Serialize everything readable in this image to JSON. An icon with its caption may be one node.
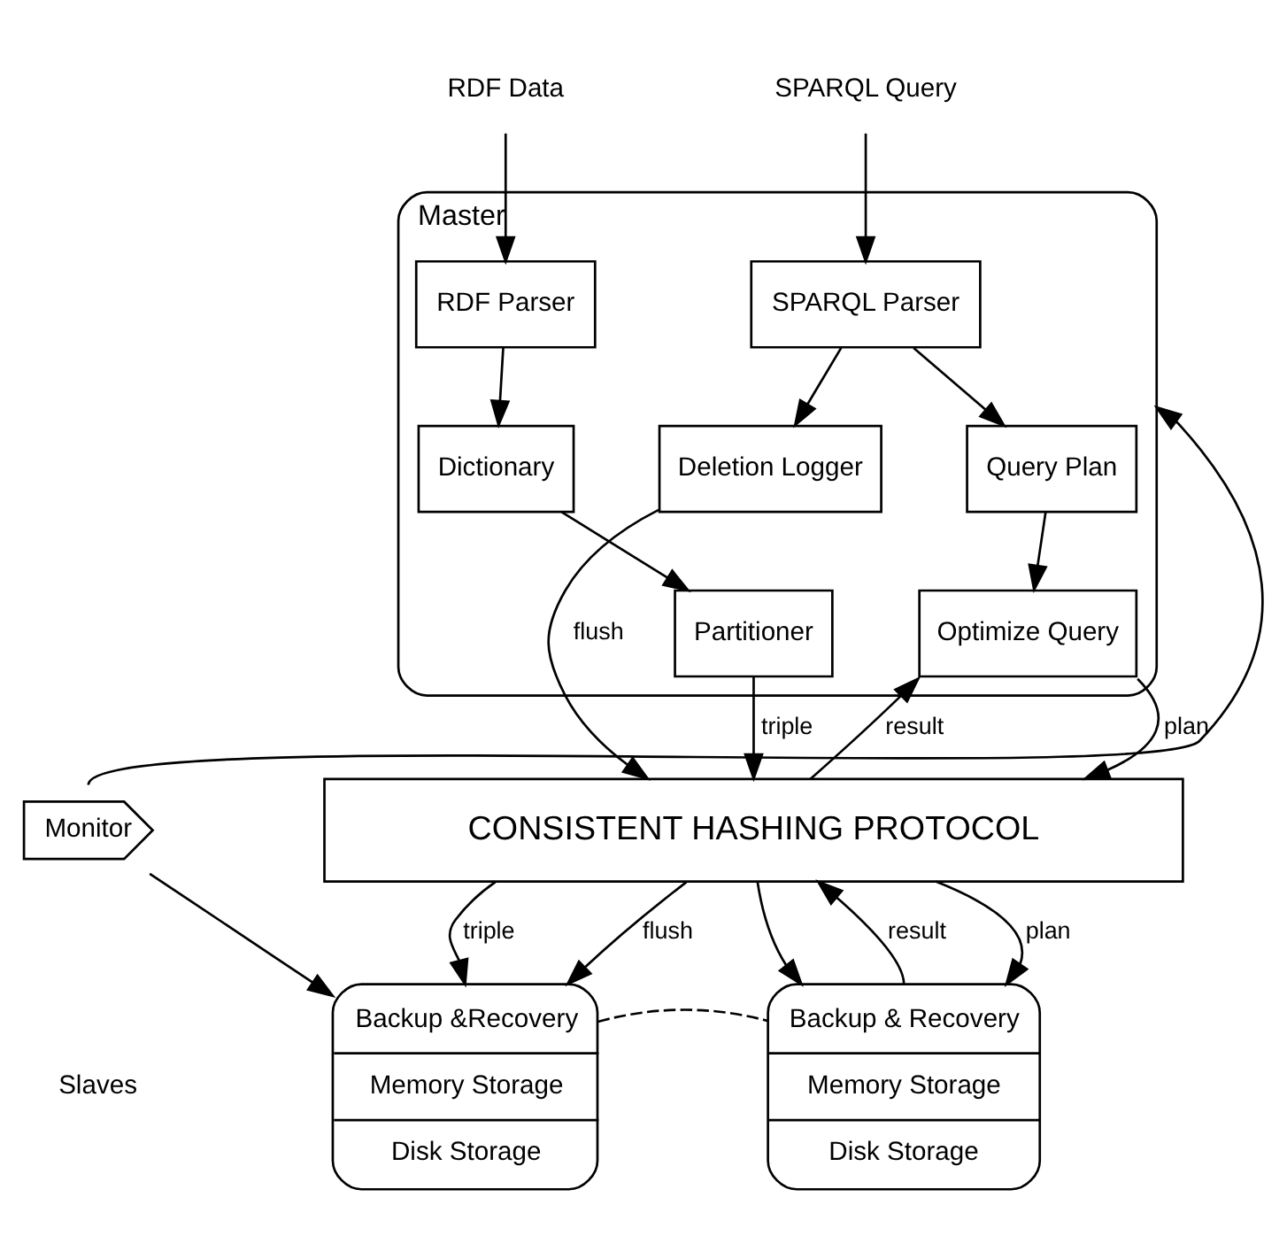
{
  "diagram": {
    "nodes": [
      {
        "text": [
          "RDF Data"
        ]
      },
      {
        "text": [
          "SPARQL Query"
        ]
      },
      {
        "text": [
          "Master"
        ]
      },
      {
        "text": [
          "RDF Parser"
        ],
        "in": 2
      },
      {
        "text": [
          "SPARQL Parser"
        ],
        "in": 2
      },
      {
        "text": [
          "Dictionary"
        ],
        "in": 2
      },
      {
        "text": [
          "Deletion Logger"
        ],
        "in": 2
      },
      {
        "text": [
          "Query Plan"
        ],
        "in": 2
      },
      {
        "text": [
          "Partitioner"
        ],
        "in": 2
      },
      {
        "text": [
          "Optimize Query"
        ],
        "in": 2
      },
      {
        "text": [
          "Monitor"
        ]
      },
      {
        "text": [
          "CONSISTENT HASHING PROTOCOL"
        ]
      },
      {
        "text": [
          "Backup &Recovery",
          "Memory Storage",
          "Disk Storage"
        ]
      },
      {
        "text": [
          "Backup & Recovery",
          "Memory Storage",
          "Disk Storage"
        ]
      }
    ],
    "edges": [
      {
        "from": 0,
        "to": 3,
        "arrow": "to"
      },
      {
        "from": 1,
        "to": 4,
        "arrow": "to"
      },
      {
        "from": 3,
        "to": 5,
        "arrow": "to"
      },
      {
        "from": 5,
        "to": 8,
        "arrow": "to"
      },
      {
        "from": 4,
        "to": 6,
        "arrow": "to"
      },
      {
        "from": 4,
        "to": 7,
        "arrow": "to"
      },
      {
        "from": 7,
        "to": 9,
        "arrow": "to"
      },
      {
        "from": 10,
        "to": 2,
        "arrow": "to"
      },
      {
        "from": 8,
        "to": 11,
        "arrow": "to",
        "label": "triple"
      },
      {
        "from": 6,
        "to": 11,
        "arrow": "to",
        "label": "flush"
      },
      {
        "from": 11,
        "to": 9,
        "arrow": "to",
        "label": "result"
      },
      {
        "from": 9,
        "to": 11,
        "arrow": "to",
        "label": "plan"
      },
      {
        "from": 10,
        "to": 12,
        "arrow": "to"
      },
      {
        "from": 11,
        "to": 12,
        "arrow": "to",
        "label": "triple"
      },
      {
        "from": 11,
        "to": 12,
        "arrow": "to",
        "label": "flush"
      },
      {
        "from": 11,
        "to": 13,
        "arrow": "to"
      },
      {
        "from": 13,
        "to": 11,
        "arrow": "to",
        "label": "result"
      },
      {
        "from": 11,
        "to": 13,
        "arrow": "to",
        "label": "plan"
      },
      {
        "from": 12,
        "to": 13,
        "arrow": "none",
        "style": "dashed"
      }
    ],
    "labels": [
      "Slaves"
    ]
  }
}
